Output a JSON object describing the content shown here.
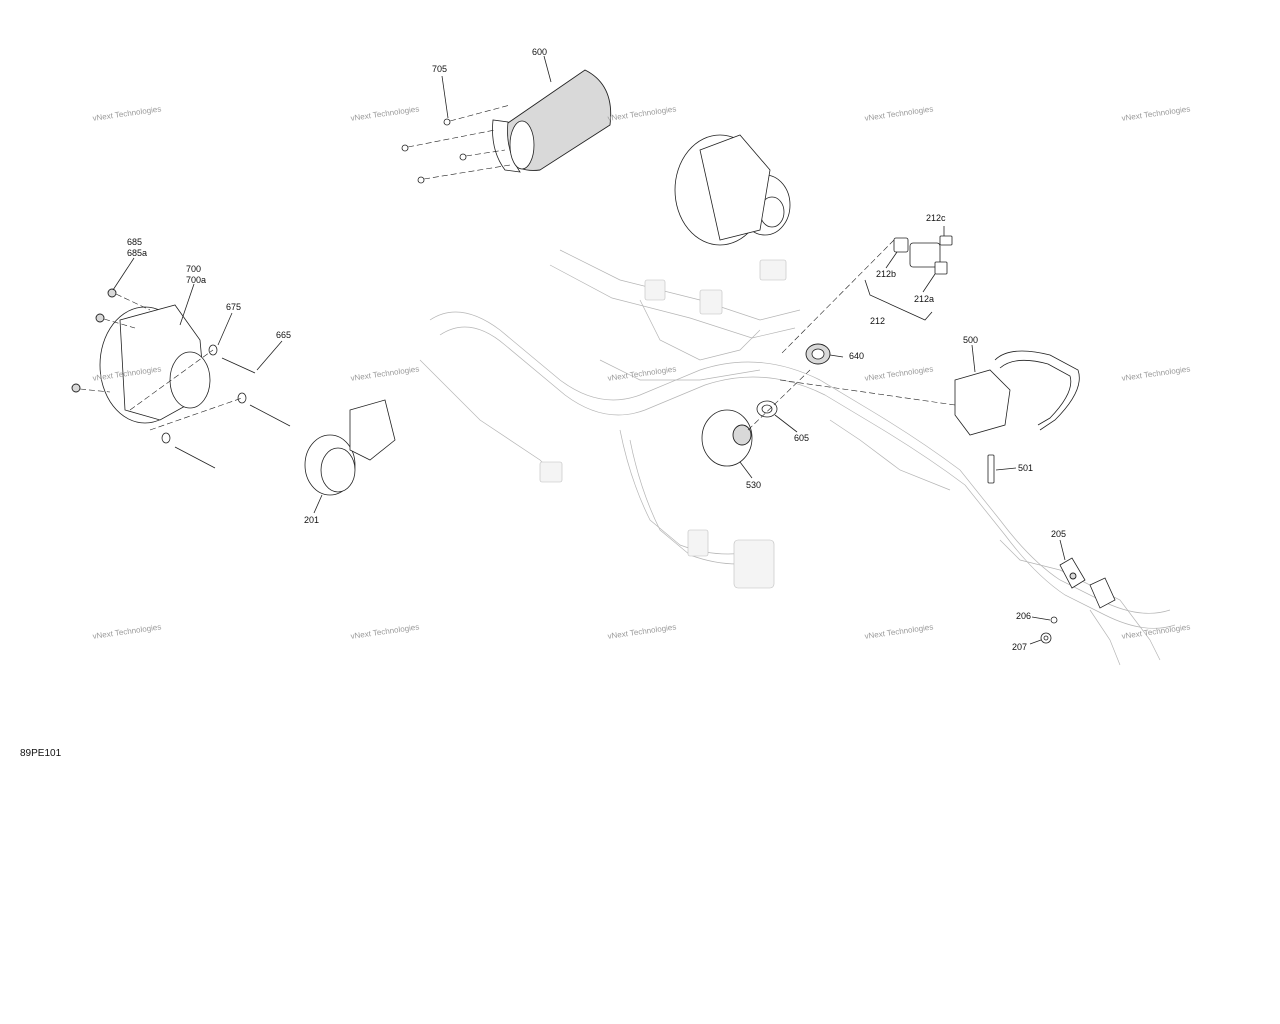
{
  "diagram_id": "89PE101",
  "watermark_text": "vNext Technologies",
  "callouts": {
    "c600": "600",
    "c705": "705",
    "c685": "685",
    "c685a": "685a",
    "c700": "700",
    "c700a": "700a",
    "c675": "675",
    "c665": "665",
    "c201": "201",
    "c212c": "212c",
    "c212b": "212b",
    "c212a": "212a",
    "c212": "212",
    "c640": "640",
    "c500": "500",
    "c605": "605",
    "c530": "530",
    "c501": "501",
    "c205": "205",
    "c206": "206",
    "c207": "207"
  }
}
